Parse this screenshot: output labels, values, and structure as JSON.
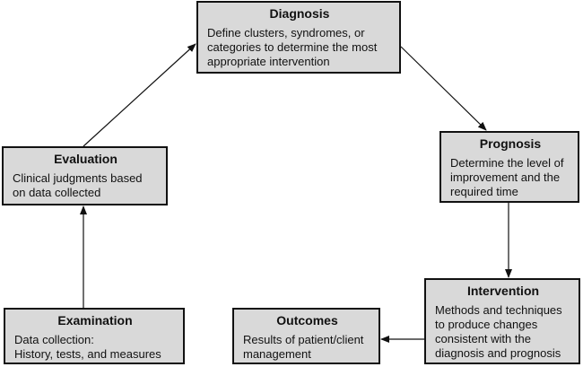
{
  "boxes": {
    "diagnosis": {
      "title": "Diagnosis",
      "lines": [
        "Define clusters, syndromes, or",
        "categories to determine the most",
        "appropriate intervention"
      ]
    },
    "prognosis": {
      "title": "Prognosis",
      "lines": [
        "Determine the level of",
        "improvement and the",
        "required time"
      ]
    },
    "evaluation": {
      "title": "Evaluation",
      "lines": [
        "Clinical judgments based",
        "on data collected"
      ]
    },
    "intervention": {
      "title": "Intervention",
      "lines": [
        "Methods and techniques",
        "to produce changes",
        "consistent with the",
        "diagnosis and prognosis"
      ]
    },
    "outcomes": {
      "title": "Outcomes",
      "lines": [
        "Results of patient/client",
        "management"
      ]
    },
    "examination": {
      "title": "Examination",
      "lines": [
        "Data collection:",
        "History, tests, and measures"
      ]
    }
  },
  "colors": {
    "box_fill": "#d9d9d9",
    "stroke": "#111111"
  }
}
